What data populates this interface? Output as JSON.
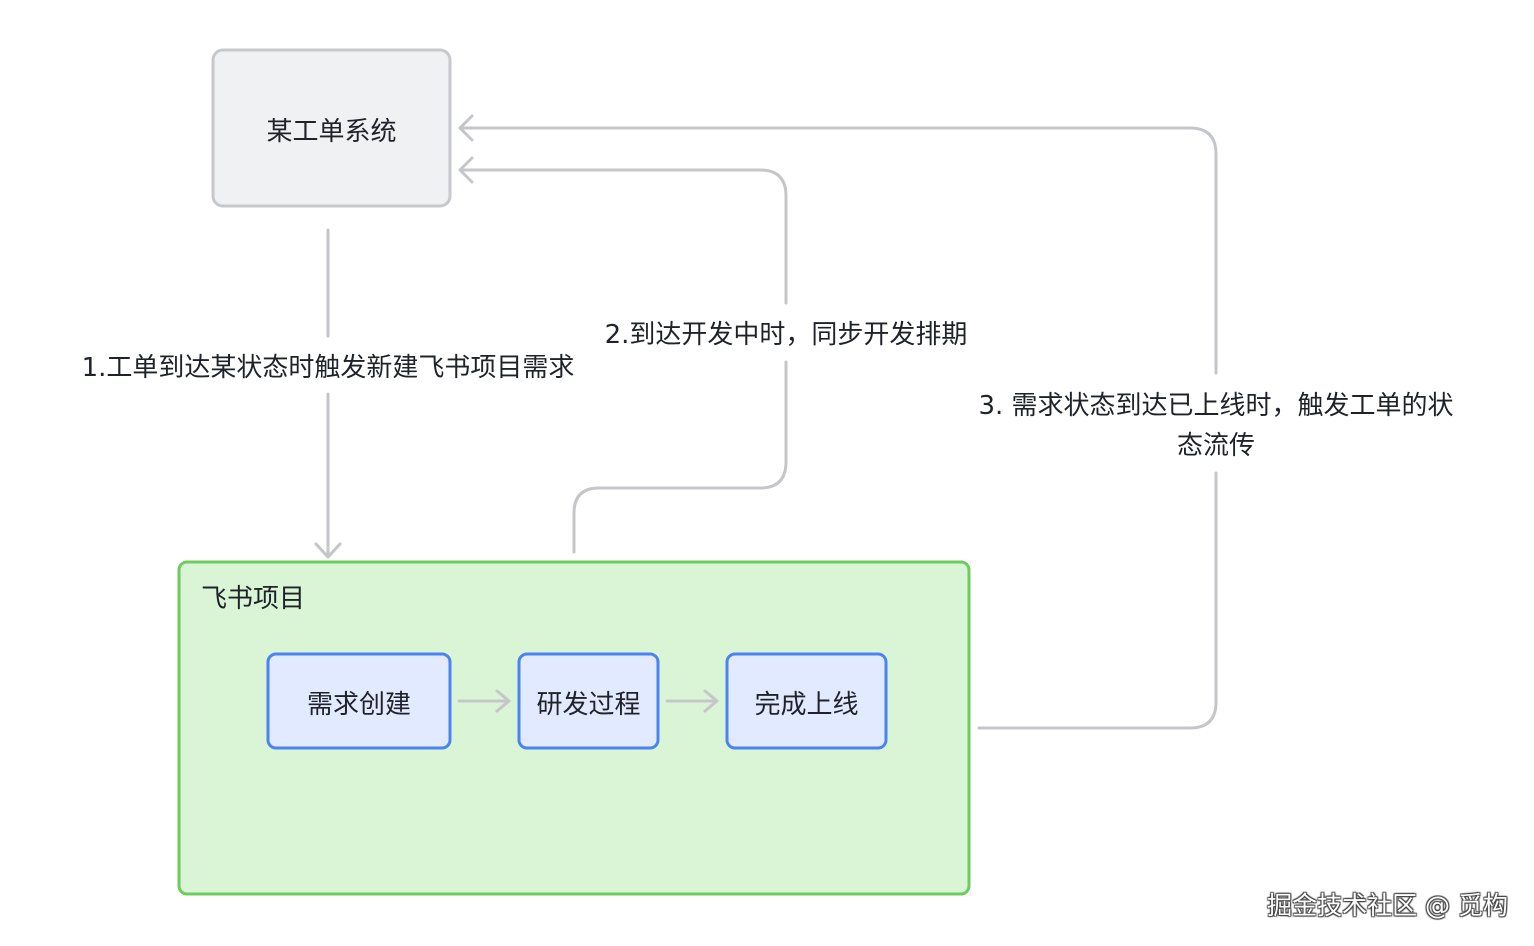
{
  "colors": {
    "system_fill": "#f0f1f3",
    "system_stroke": "#c6c8cc",
    "container_fill": "#d9f5d6",
    "container_stroke": "#6ccc5c",
    "step_fill": "#e1eaff",
    "step_stroke": "#4c83f0",
    "edge": "#c4c6c9"
  },
  "nodes": {
    "system": "某工单系统",
    "container": "飞书项目",
    "steps": [
      "需求创建",
      "研发过程",
      "完成上线"
    ]
  },
  "edges": {
    "label_1": "1.工单到达某状态时触发新建飞书项目需求",
    "label_2": "2.到达开发中时，同步开发排期",
    "label_3_line1": "3. 需求状态到达已上线时，触发工单的状",
    "label_3_line2": "态流传"
  },
  "watermark": "掘金技术社区 @ 觅构"
}
